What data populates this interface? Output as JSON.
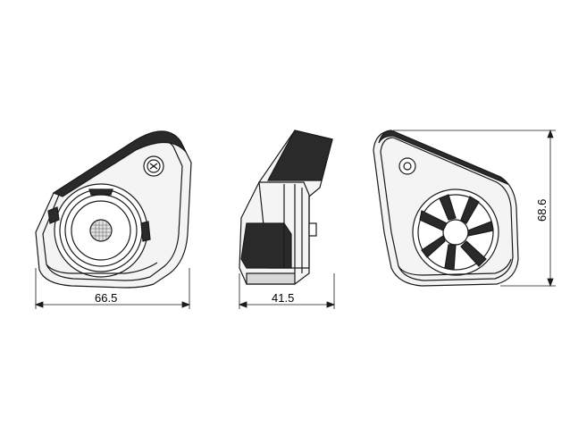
{
  "dimensions": {
    "front_width": "66.5",
    "side_depth": "41.5",
    "rear_height": "68.6"
  },
  "colors": {
    "line": "#1a1a1a",
    "fill_light": "#f4f4f4",
    "fill_dark": "#2a2a2a",
    "background": "#ffffff"
  }
}
